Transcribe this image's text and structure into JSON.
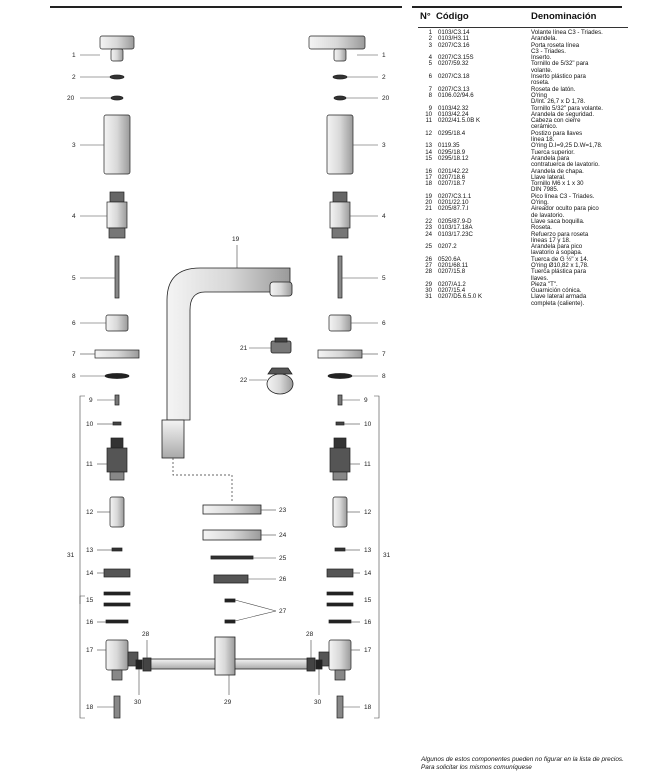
{
  "table": {
    "col_num": "N°",
    "col_code": "Código",
    "col_name": "Denominación",
    "rows": [
      {
        "n": "1",
        "code": "0103/C3.14",
        "name": "Volante línea C3 - Triades."
      },
      {
        "n": "2",
        "code": "0103/H3.11",
        "name": "Arandela."
      },
      {
        "n": "3",
        "code": "0207/C3.16",
        "name": "Porta roseta línea\nC3 - Triades."
      },
      {
        "n": "4",
        "code": "0207/C3.15S",
        "name": "Inserto."
      },
      {
        "n": "5",
        "code": "0207/59.32",
        "name": "Tornillo de 5/32\" para\nvolante."
      },
      {
        "n": "6",
        "code": "0207/C3.18",
        "name": "Inserto plástico para\nroseta."
      },
      {
        "n": "7",
        "code": "0207/C3.13",
        "name": "Roseta de latón."
      },
      {
        "n": "8",
        "code": "0106.02/94.6",
        "name": "O'ring\nD/Int. 26,7 x D 1,78."
      },
      {
        "n": "9",
        "code": "0103/42.32",
        "name": "Tornillo 5/32\" para volante."
      },
      {
        "n": "10",
        "code": "0103/42.24",
        "name": "Arandela de seguridad."
      },
      {
        "n": "11",
        "code": "0202/41.5.0B K",
        "name": "Cabeza con cierre\ncerámico."
      },
      {
        "n": "12",
        "code": "0295/18.4",
        "name": "Postizo para llaves\nlínea 18."
      },
      {
        "n": "13",
        "code": "0119.35",
        "name": "O'ring D.I=9,25 D.W=1,78."
      },
      {
        "n": "14",
        "code": "0295/18.9",
        "name": "Tuerca superior."
      },
      {
        "n": "15",
        "code": "0295/18.12",
        "name": "Arandela para\ncontratuerca de lavatorio."
      },
      {
        "n": "16",
        "code": "0201/42.22",
        "name": "Arandela de chapa."
      },
      {
        "n": "17",
        "code": "0207/18.6",
        "name": "Llave lateral."
      },
      {
        "n": "18",
        "code": "0207/18.7",
        "name": "Tornillo M6 x 1 x 30\nDIN 7985."
      },
      {
        "n": "19",
        "code": "0207/C3.1.1",
        "name": "Pico línea C3 - Triades."
      },
      {
        "n": "20",
        "code": "0201/22.10",
        "name": "O'ring."
      },
      {
        "n": "21",
        "code": "0205/87.7.I",
        "name": "Aireador oculto para pico\nde lavatorio."
      },
      {
        "n": "22",
        "code": "0205/87.9-D",
        "name": "Llave saca boquilla."
      },
      {
        "n": "23",
        "code": "0103/17.18A",
        "name": "Roseta."
      },
      {
        "n": "24",
        "code": "0103/17.23C",
        "name": "Refuerzo para roseta\nlíneas 17 y 18."
      },
      {
        "n": "25",
        "code": "0207.2",
        "name": "Arandela para pico\nlavatorio a sopapa."
      },
      {
        "n": "26",
        "code": "0520.6A",
        "name": "Tuerca de G ½\" x 14."
      },
      {
        "n": "27",
        "code": "0201/68.11",
        "name": "O'ring Ø10,82 x 1,78."
      },
      {
        "n": "28",
        "code": "0207/15.8",
        "name": "Tuerca plástica para\nllaves."
      },
      {
        "n": "29",
        "code": "0207/A1.2",
        "name": "Pieza \"T\"."
      },
      {
        "n": "30",
        "code": "0207/15.4",
        "name": "Guarnición cónica."
      },
      {
        "n": "31",
        "code": "0207/D5.6.5.0 K",
        "name": "Llave lateral armada\ncompleta (caliente)."
      }
    ]
  },
  "footnote": "Algunos de estos componentes pueden no figurar en la lista de precios. Para solicitar los mismos comuníquese",
  "diagram": {
    "left_labels": [
      "1",
      "2",
      "20",
      "3",
      "4",
      "5",
      "6",
      "7",
      "8",
      "9",
      "10",
      "11",
      "12",
      "13",
      "14",
      "15",
      "16",
      "17",
      "18",
      "31"
    ],
    "right_labels": [
      "1",
      "2",
      "20",
      "3",
      "4",
      "5",
      "6",
      "7",
      "8",
      "9",
      "10",
      "11",
      "12",
      "13",
      "14",
      "15",
      "16",
      "17",
      "18",
      "31"
    ],
    "center_labels": [
      "19",
      "21",
      "22",
      "23",
      "24",
      "25",
      "26",
      "27",
      "28",
      "28",
      "29",
      "30",
      "30"
    ]
  }
}
